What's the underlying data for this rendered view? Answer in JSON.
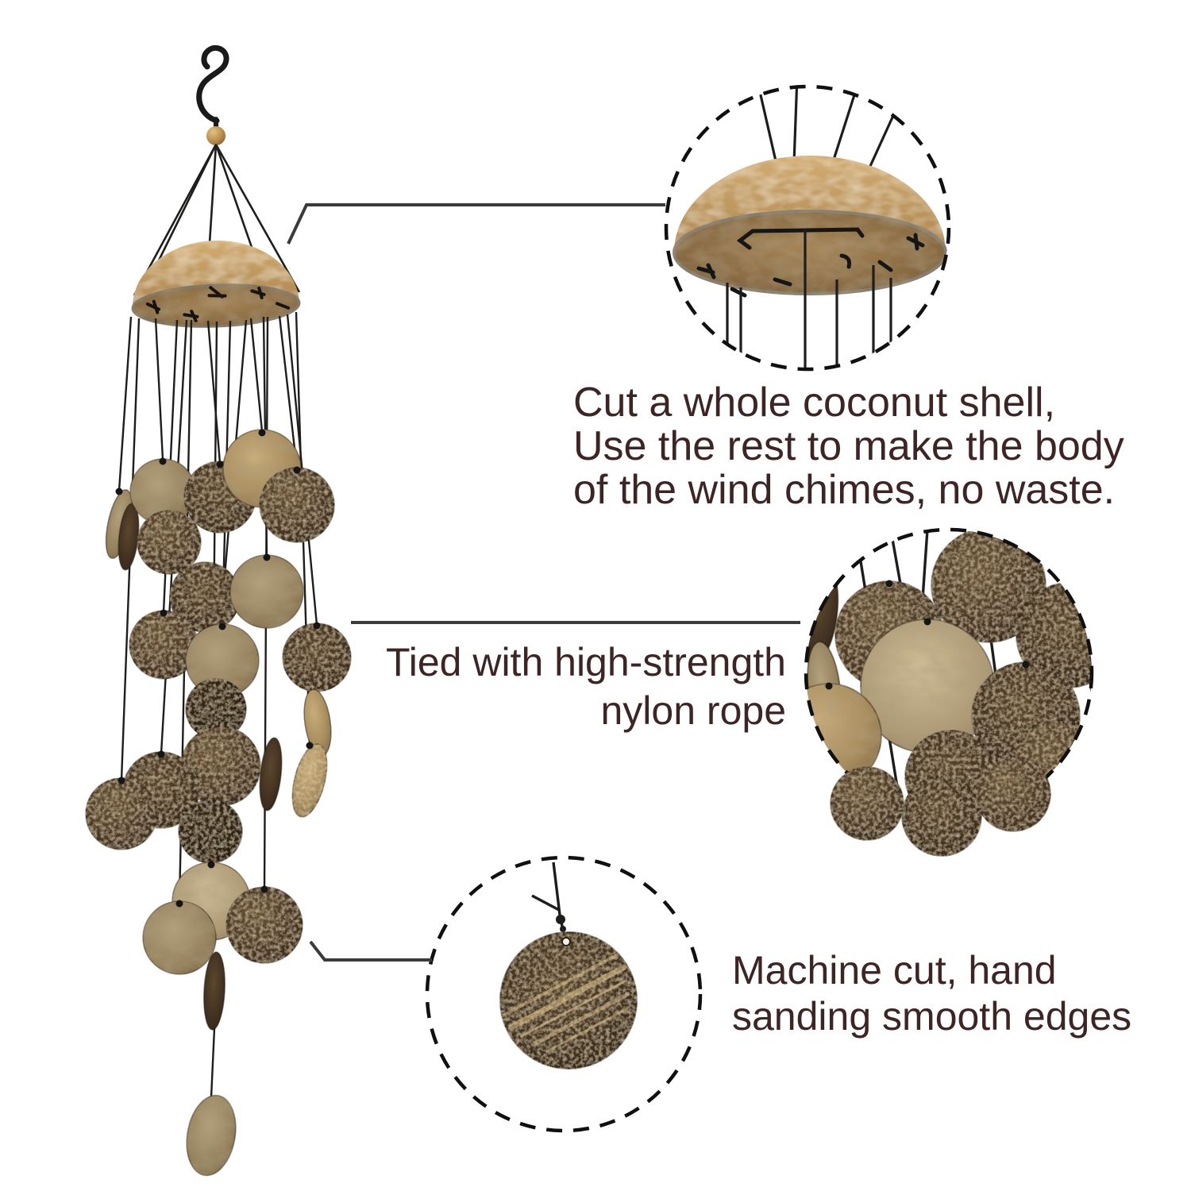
{
  "background": "#ffffff",
  "colors": {
    "annotation_text": "#3d2425",
    "leader_line": "#3b3b3b",
    "dashed_circle": "#101010",
    "cord": "#1f1d1b",
    "shell_outer": "#c29c63",
    "shell_inner": "#94744b",
    "disc_dark": "#4a3726",
    "disc_tan": "#b0955f",
    "bead": "#c9a35f"
  },
  "annotations": {
    "top": {
      "lines": [
        "Cut a whole coconut shell,",
        "Use the rest to make the body",
        "of the wind chimes, no waste."
      ]
    },
    "middle": {
      "lines": [
        "Tied with high-strength",
        "nylon rope"
      ]
    },
    "bottom": {
      "lines": [
        "Machine cut, hand",
        "sanding smooth edges"
      ]
    }
  }
}
